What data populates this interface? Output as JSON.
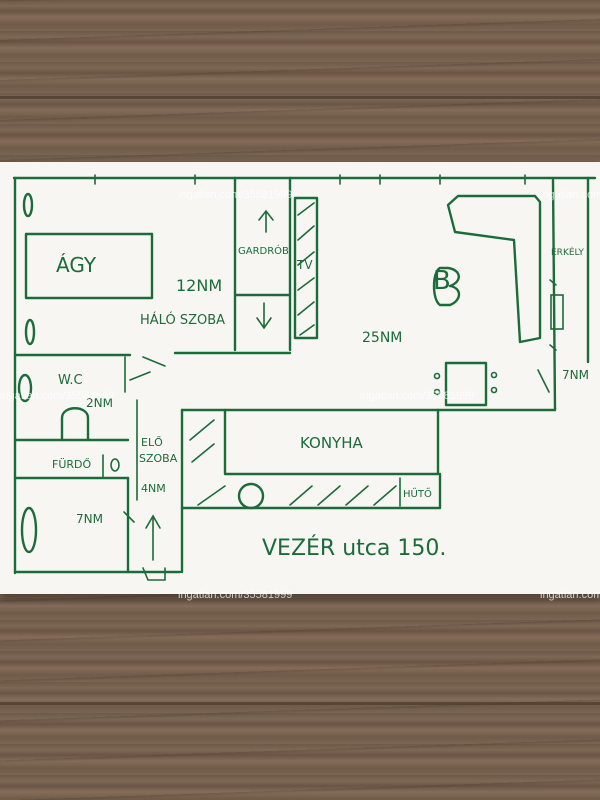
{
  "plan": {
    "labels": {
      "bed": "ÁGY",
      "bedroom_area": "12NM",
      "bedroom": "HÁLÓ SZOBA",
      "wardrobe": "GARDRÓB",
      "tv": "TV",
      "living_area": "25NM",
      "balcony": "ERKÉLY",
      "balcony_area": "7NM",
      "wc": "W.C",
      "wc_area": "2NM",
      "hallway_line1": "ELŐ",
      "hallway_line2": "SZOBA",
      "hallway_area": "4NM",
      "bathroom": "FÜRDŐ",
      "bathroom_area": "7NM",
      "kitchen": "KONYHA",
      "fridge": "HŰTŐ",
      "sofa_marker": "B",
      "address": "VEZÉR utca 150."
    },
    "ink_color": "#1c6b3a"
  },
  "watermarks": {
    "text": "ingatlan.com/35581999",
    "short": "ingatlan.com"
  }
}
